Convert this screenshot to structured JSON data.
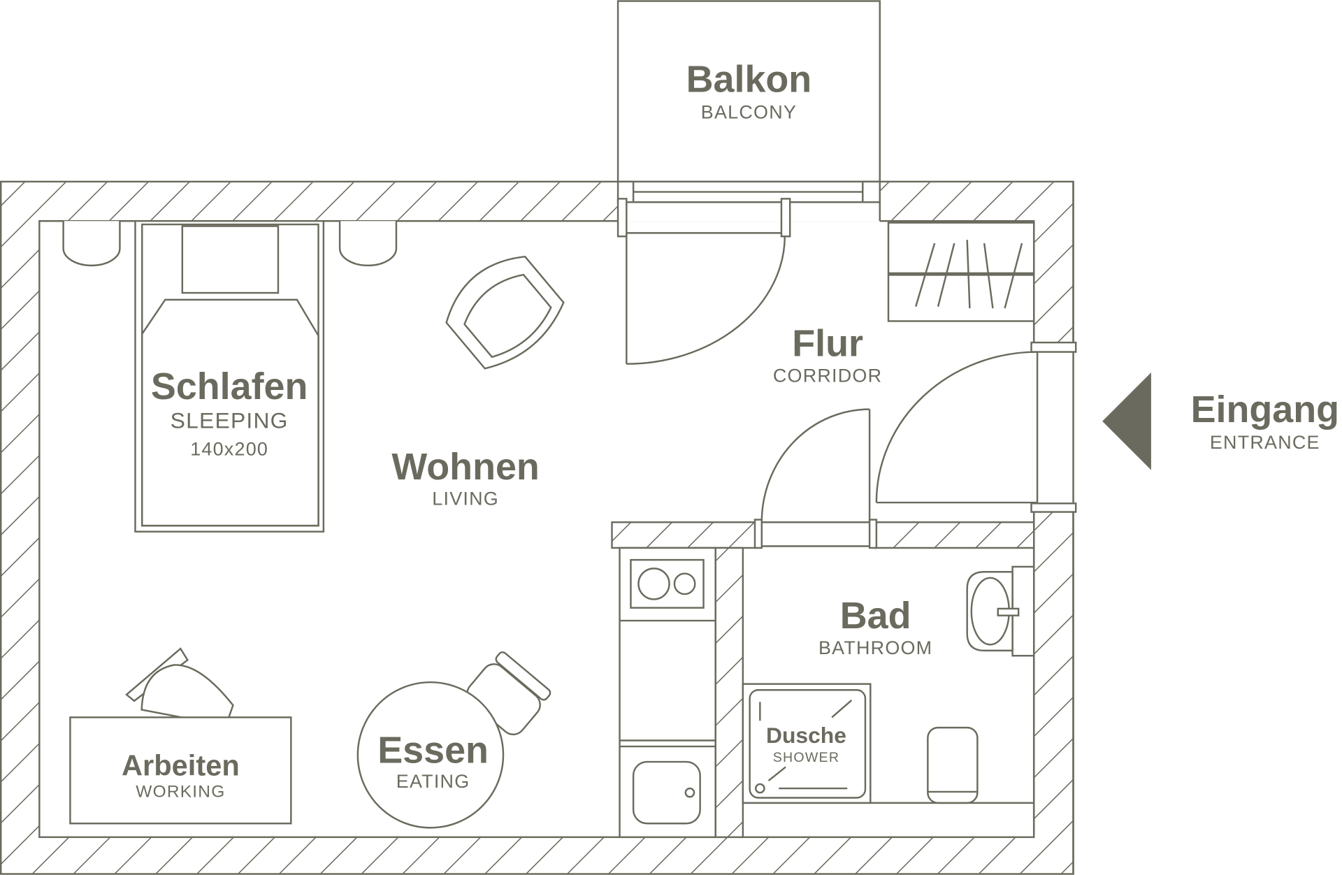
{
  "colors": {
    "line": "#6b6a5e",
    "background": "#ffffff"
  },
  "rooms": {
    "balcony": {
      "name": "Balkon",
      "name_en": "BALCONY"
    },
    "corridor": {
      "name": "Flur",
      "name_en": "CORRIDOR"
    },
    "sleeping": {
      "name": "Schlafen",
      "name_en": "SLEEPING",
      "bed_size": "140x200"
    },
    "living": {
      "name": "Wohnen",
      "name_en": "LIVING"
    },
    "bathroom": {
      "name": "Bad",
      "name_en": "BATHROOM"
    },
    "shower": {
      "name": "Dusche",
      "name_en": "SHOWER"
    },
    "working": {
      "name": "Arbeiten",
      "name_en": "WORKING"
    },
    "eating": {
      "name": "Essen",
      "name_en": "EATING"
    }
  },
  "entrance": {
    "name": "Eingang",
    "name_en": "ENTRANCE",
    "icon": "arrow-left-triangle"
  }
}
